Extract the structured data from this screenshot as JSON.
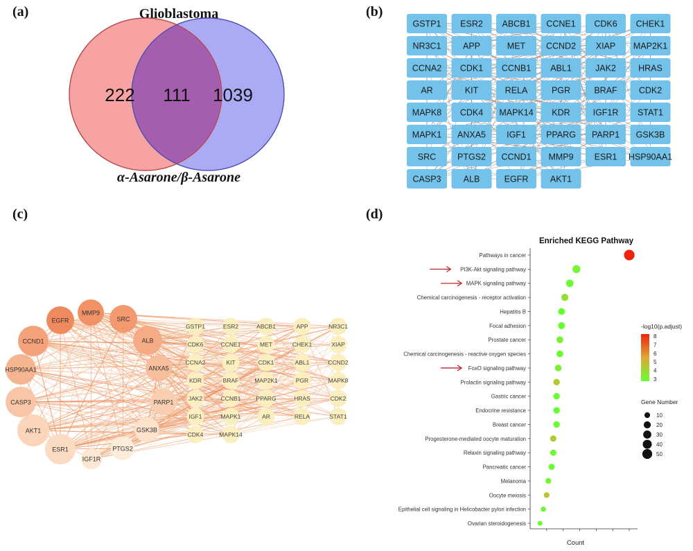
{
  "panels": {
    "a": {
      "label": "(a)",
      "title": "Glioblastoma",
      "left_only": "222",
      "overlap": "111",
      "right_only": "1039",
      "bottom_label": "α-Asarone/β-Asarone",
      "left_color": "#f7a3a3",
      "right_color": "#aaaaf5",
      "overlap_color": "#a35fae"
    },
    "b": {
      "label": "(b)",
      "node_color": "#73c2ea",
      "rows": [
        [
          "GSTP1",
          "ESR2",
          "ABCB1",
          "CCNE1",
          "CDK6",
          "CHEK1"
        ],
        [
          "NR3C1",
          "APP",
          "MET",
          "CCND2",
          "XIAP",
          "MAP2K1"
        ],
        [
          "CCNA2",
          "CDK1",
          "CCNB1",
          "ABL1",
          "JAK2",
          "HRAS"
        ],
        [
          "AR",
          "KIT",
          "RELA",
          "PGR",
          "BRAF",
          "CDK2"
        ],
        [
          "MAPK8",
          "CDK4",
          "MAPK14",
          "KDR",
          "IGF1R",
          "STAT1"
        ],
        [
          "MAPK1",
          "ANXA5",
          "IGF1",
          "PPARG",
          "PARP1",
          "GSK3B"
        ],
        [
          "SRC",
          "PTGS2",
          "CCND1",
          "MMP9",
          "ESR1",
          "HSP90AA1"
        ],
        [
          "CASP3",
          "ALB",
          "EGFR",
          "AKT1"
        ]
      ]
    },
    "c": {
      "label": "(c)",
      "large_nodes": [
        "EGFR",
        "MMP9",
        "SRC",
        "CCND1",
        "ALB",
        "HSP90AA1",
        "ANXA5",
        "CASP3",
        "PARP1",
        "AKT1",
        "ESR1",
        "GSK3B",
        "IGF1R",
        "PTGS2"
      ],
      "grid_rows": [
        [
          "GSTP1",
          "ESR2",
          "ABCB1",
          "APP",
          "NR3C1"
        ],
        [
          "CDK6",
          "CCNE1",
          "MET",
          "CHEK1",
          "XIAP"
        ],
        [
          "CCNA2",
          "KIT",
          "CDK1",
          "ABL1",
          "CCND2"
        ],
        [
          "KDR",
          "BRAF",
          "MAP2K1",
          "PGR",
          "MAPK8"
        ],
        [
          "JAK2",
          "CCNB1",
          "PPARG",
          "HRAS",
          "CDK2"
        ],
        [
          "IGF1",
          "MAPK1",
          "AR",
          "RELA",
          "STAT1"
        ],
        [
          "CDK4",
          "MAPK14"
        ]
      ]
    },
    "d": {
      "label": "(d)",
      "chart_data": {
        "type": "scatter",
        "title": "Enriched KEGG Pathway",
        "xlabel": "Count",
        "ylabel": "",
        "categories": [
          "Pathways in cancer",
          "PI3K-Akt signaling pathway",
          "MAPK signaling pathway",
          "Chemical carcinogenesis - receptor activation",
          "Hepatitis B",
          "Focal adhesion",
          "Prostate cancer",
          "Chemical carcinogenesis - reactive oxygen species",
          "FoxO signaling pathway",
          "Prolactin signaling pathway",
          "Gastric cancer",
          "Endocrine resistance",
          "Breast cancer",
          "Progesterone-mediated oocyte maturation",
          "Relaxin signaling pathway",
          "Pancreatic cancer",
          "Melanoma",
          "Oocyte meiosis",
          "Epithelial cell signaling in Helicobacter pylori infection",
          "Ovarian steroidogenesis"
        ],
        "counts": [
          60,
          28,
          24,
          21,
          19,
          19,
          18,
          18,
          17,
          16,
          16,
          16,
          16,
          14,
          14,
          13,
          11,
          10,
          8,
          6
        ],
        "neg_log10_padj": [
          8.0,
          3.3,
          3.1,
          3.9,
          3.0,
          3.0,
          3.4,
          3.2,
          3.5,
          4.5,
          3.0,
          3.0,
          3.0,
          4.6,
          3.2,
          3.0,
          3.2,
          4.8,
          3.2,
          3.0
        ],
        "xlim": [
          0,
          65
        ],
        "highlighted": [
          "PI3K-Akt signaling pathway",
          "MAPK signaling pathway",
          "FoxO signaling pathway"
        ],
        "colorbar": {
          "title": "-log10(p.adjust)",
          "ticks": [
            "8",
            "7",
            "6",
            "5",
            "4",
            "3"
          ],
          "min": 3,
          "max": 8,
          "low_color": "#66ff33",
          "high_color": "#ee2211"
        },
        "size_legend": {
          "title": "Gene Number",
          "values": [
            10,
            20,
            30,
            40,
            50
          ],
          "labels": [
            "10",
            "20",
            "30",
            "40",
            "50"
          ]
        }
      }
    }
  }
}
